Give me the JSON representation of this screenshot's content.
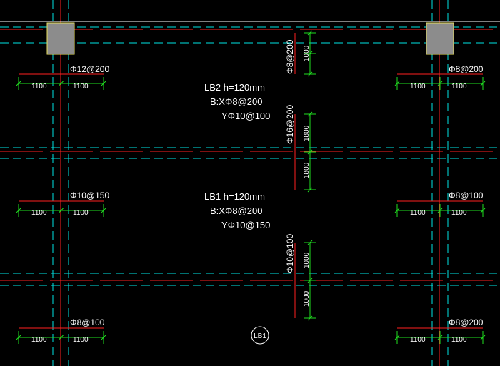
{
  "colors": {
    "background": "#000000",
    "axis_red": "#ff2020",
    "dash_cyan": "#00e5e5",
    "dim_green": "#20e020",
    "column_fill": "#8c8c8c",
    "column_border": "#e8e060",
    "text": "#ffffff"
  },
  "slabs": [
    {
      "title": "LB2 h=120mm",
      "bx": "B:XΦ8@200",
      "by": "YΦ10@100"
    },
    {
      "title": "LB1 h=120mm",
      "bx": "B:XΦ8@200",
      "by": "YΦ10@150"
    }
  ],
  "bar_labels": {
    "left_top": "Φ12@200",
    "left_mid": "Φ10@150",
    "left_bot": "Φ8@100",
    "right_top": "Φ8@200",
    "right_mid": "Φ8@100",
    "right_bot": "Φ8@200",
    "vert_top": "Φ8@200",
    "vert_mid": "Φ16@200",
    "vert_bot": "Φ10@100"
  },
  "dims": {
    "h": "1100",
    "v_top": "1000",
    "v_mid_a": "1800",
    "v_mid_b": "1800",
    "v_bot_a": "1000",
    "v_bot_b": "1000"
  },
  "tag": "LB1"
}
